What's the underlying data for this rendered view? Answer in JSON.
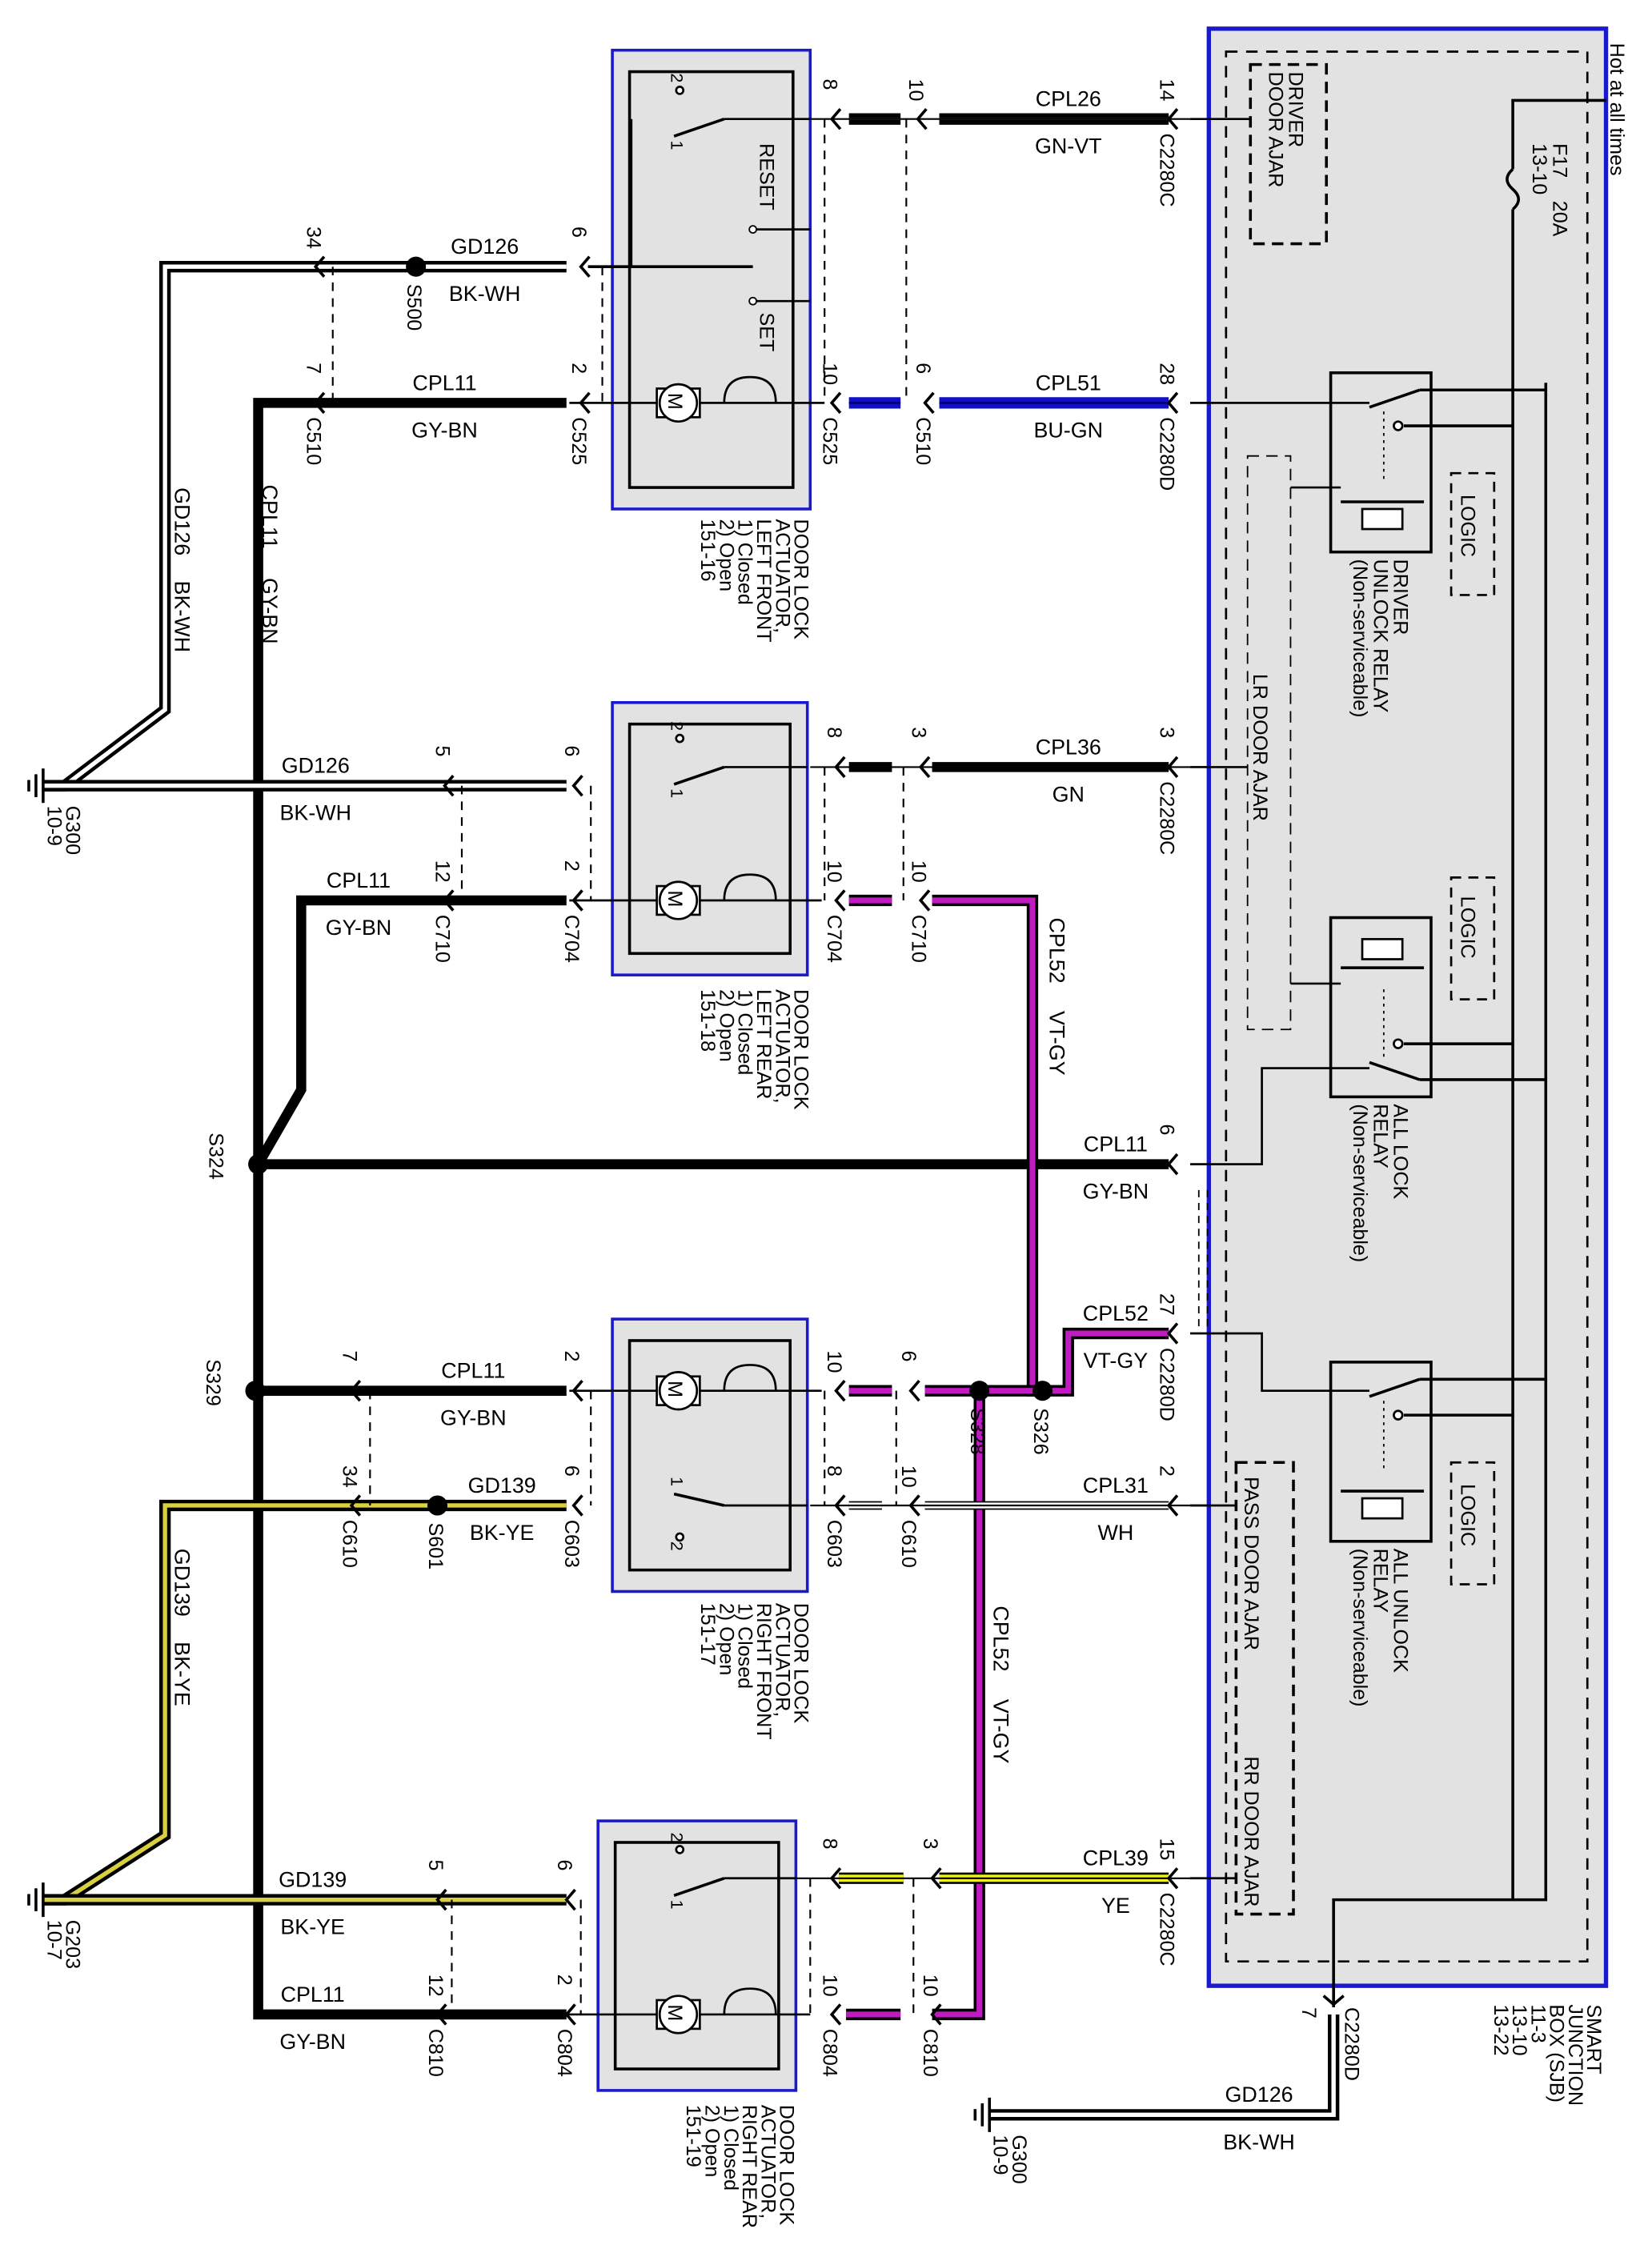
{
  "header_note": "Hot at all times",
  "fuse": {
    "id": "F17",
    "rating": "20A",
    "ref": "13-10"
  },
  "sjb": {
    "label": [
      "SMART",
      "JUNCTION",
      "BOX (SJB)",
      "11-3",
      "13-10",
      "13-22"
    ],
    "driver_door_ajar": [
      "DRIVER",
      "DOOR AJAR"
    ],
    "lr_door_ajar": "LR DOOR AJAR",
    "pass_door_ajar": "PASS DOOR AJAR",
    "rr_door_ajar": "RR DOOR AJAR",
    "relays": [
      {
        "label": [
          "DRIVER",
          "UNLOCK RELAY",
          "(Non-serviceable)"
        ],
        "logic": "LOGIC"
      },
      {
        "label": [
          "ALL LOCK",
          "RELAY",
          "(Non-serviceable)"
        ],
        "logic": "LOGIC"
      },
      {
        "label": [
          "ALL UNLOCK",
          "RELAY",
          "(Non-serviceable)"
        ],
        "logic": "LOGIC"
      }
    ]
  },
  "actuators": [
    {
      "label": [
        "DOOR LOCK",
        "ACTUATOR,",
        "LEFT FRONT",
        "1) Closed",
        "2) Open",
        "151-16"
      ],
      "switch_pins": [
        "2",
        "1"
      ],
      "reset": "RESET",
      "set": "SET",
      "motor": "M"
    },
    {
      "label": [
        "DOOR LOCK",
        "ACTUATOR,",
        "LEFT REAR",
        "1) Closed",
        "2) Open",
        "151-18"
      ],
      "switch_pins": [
        "2",
        "1"
      ],
      "motor": "M"
    },
    {
      "label": [
        "DOOR LOCK",
        "ACTUATOR,",
        "RIGHT FRONT",
        "1) Closed",
        "2) Open",
        "151-17"
      ],
      "switch_pins": [
        "1",
        "2"
      ],
      "motor": "M"
    },
    {
      "label": [
        "DOOR LOCK",
        "ACTUATOR,",
        "RIGHT REAR",
        "1) Closed",
        "2) Open",
        "151-19"
      ],
      "switch_pins": [
        "2",
        "1"
      ],
      "motor": "M"
    }
  ],
  "wires": [
    {
      "circuit": "CPL26",
      "color_code": "GN-VT"
    },
    {
      "circuit": "GD126",
      "color_code": "BK-WH"
    },
    {
      "circuit": "CPL11",
      "color_code": "GY-BN"
    },
    {
      "circuit": "CPL51",
      "color_code": "BU-GN"
    },
    {
      "circuit": "GD126",
      "color_code": "BK-WH"
    },
    {
      "circuit": "CPL36",
      "color_code": "GN"
    },
    {
      "circuit": "CPL11",
      "color_code": "GY-BN"
    },
    {
      "circuit": "CPL11",
      "color_code": "GY-BN"
    },
    {
      "circuit": "CPL52",
      "color_code": "VT-GY"
    },
    {
      "circuit": "CPL11",
      "color_code": "GY-BN"
    },
    {
      "circuit": "GD139",
      "color_code": "BK-YE"
    },
    {
      "circuit": "CPL31",
      "color_code": "WH"
    },
    {
      "circuit": "GD139",
      "color_code": "BK-YE"
    },
    {
      "circuit": "CPL39",
      "color_code": "YE"
    },
    {
      "circuit": "CPL11",
      "color_code": "GY-BN"
    },
    {
      "circuit": "GD126",
      "color_code": "BK-WH"
    },
    {
      "circuit": "GD126",
      "color_code": "BK-WH"
    },
    {
      "circuit": "CPL11",
      "color_code": "GY-BN"
    },
    {
      "circuit": "CPL52",
      "color_code": "VT-GY"
    },
    {
      "circuit": "CPL52",
      "color_code": "VT-GY"
    },
    {
      "circuit": "GD139",
      "color_code": "BK-YE"
    }
  ],
  "pins": [
    {
      "pin": "14",
      "connector": "C2280C"
    },
    {
      "pin": "10",
      "connector": ""
    },
    {
      "pin": "8",
      "connector": ""
    },
    {
      "pin": "6",
      "connector": ""
    },
    {
      "pin": "34",
      "connector": ""
    },
    {
      "pin": "7",
      "connector": "C510"
    },
    {
      "pin": "2",
      "connector": "C525"
    },
    {
      "pin": "10",
      "connector": "C525"
    },
    {
      "pin": "6",
      "connector": "C510"
    },
    {
      "pin": "28",
      "connector": "C2280D"
    },
    {
      "pin": "5",
      "connector": ""
    },
    {
      "pin": "6",
      "connector": ""
    },
    {
      "pin": "8",
      "connector": ""
    },
    {
      "pin": "3",
      "connector": ""
    },
    {
      "pin": "3",
      "connector": "C2280C"
    },
    {
      "pin": "12",
      "connector": "C710"
    },
    {
      "pin": "2",
      "connector": "C704"
    },
    {
      "pin": "10",
      "connector": "C704"
    },
    {
      "pin": "10",
      "connector": "C710"
    },
    {
      "pin": "6",
      "connector": ""
    },
    {
      "pin": "27",
      "connector": "C2280D"
    },
    {
      "pin": "7",
      "connector": ""
    },
    {
      "pin": "2",
      "connector": ""
    },
    {
      "pin": "10",
      "connector": ""
    },
    {
      "pin": "6",
      "connector": ""
    },
    {
      "pin": "34",
      "connector": "C610"
    },
    {
      "pin": "6",
      "connector": "C603"
    },
    {
      "pin": "8",
      "connector": "C603"
    },
    {
      "pin": "10",
      "connector": "C610"
    },
    {
      "pin": "2",
      "connector": ""
    },
    {
      "pin": "5",
      "connector": ""
    },
    {
      "pin": "6",
      "connector": ""
    },
    {
      "pin": "8",
      "connector": ""
    },
    {
      "pin": "3",
      "connector": ""
    },
    {
      "pin": "15",
      "connector": "C2280C"
    },
    {
      "pin": "12",
      "connector": "C810"
    },
    {
      "pin": "2",
      "connector": "C804"
    },
    {
      "pin": "10",
      "connector": "C804"
    },
    {
      "pin": "10",
      "connector": "C810"
    },
    {
      "pin": "7",
      "connector": "C2280D"
    }
  ],
  "splices": [
    "S500",
    "S324",
    "S329",
    "S328",
    "S326",
    "S601"
  ],
  "grounds": [
    {
      "id": "G300",
      "ref": "10-9"
    },
    {
      "id": "G203",
      "ref": "10-7"
    },
    {
      "id": "G300",
      "ref": "10-9"
    }
  ],
  "colors": {
    "sjb_border": "#1a1acc",
    "module_fill": "#e2e2e2",
    "violet": "#c21ac2",
    "blue": "#1010c8",
    "yellow": "#f0f020",
    "black": "#000000"
  }
}
